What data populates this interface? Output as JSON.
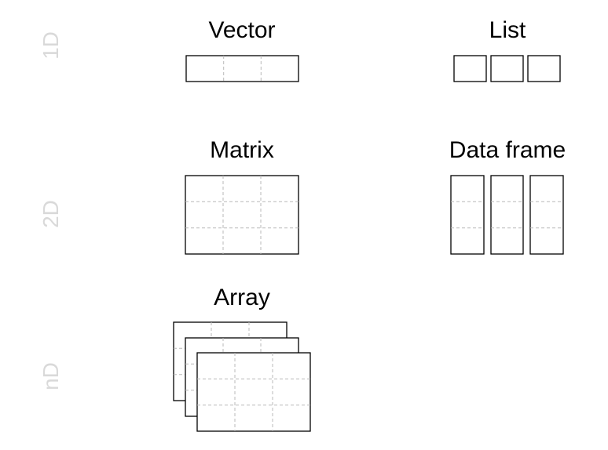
{
  "dimensions": {
    "one_d": "1D",
    "two_d": "2D",
    "n_d": "nD"
  },
  "structures": {
    "vector": "Vector",
    "list": "List",
    "matrix": "Matrix",
    "data_frame": "Data frame",
    "array": "Array"
  },
  "colors": {
    "dimension_label": "#d9d9d9",
    "outline": "#000000",
    "grid": "#b9b9b9"
  }
}
